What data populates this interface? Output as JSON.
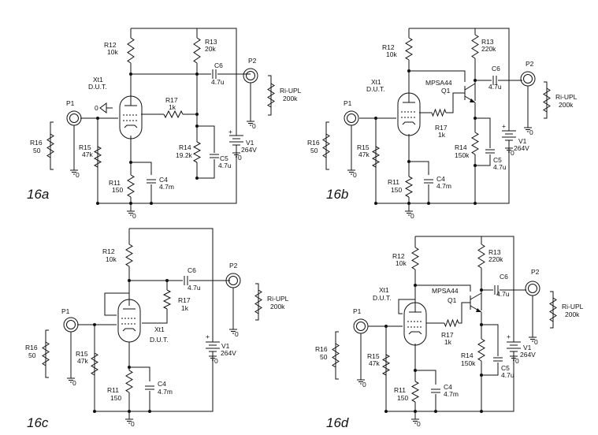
{
  "figures": [
    {
      "label": "16a",
      "parts": {
        "R12": {
          "name": "R12",
          "value": "10k"
        },
        "R13": {
          "name": "R13",
          "value": "20k"
        },
        "C6": {
          "name": "C6",
          "value": "4.7u"
        },
        "P2": {
          "name": "P2"
        },
        "RL": {
          "name": "Ri-UPL",
          "value": "200k"
        },
        "XT": {
          "name": "Xt1",
          "value": "D.U.T."
        },
        "R17": {
          "name": "R17",
          "value": "1k"
        },
        "P1": {
          "name": "P1"
        },
        "R16": {
          "name": "R16",
          "value": "50"
        },
        "R15": {
          "name": "R15",
          "value": "47k"
        },
        "R14": {
          "name": "R14",
          "value": "19.2k"
        },
        "C5": {
          "name": "C5",
          "value": "4.7u"
        },
        "V1": {
          "name": "V1",
          "value": "264V"
        },
        "R11": {
          "name": "R11",
          "value": "150"
        },
        "C4": {
          "name": "C4",
          "value": "4.7m"
        }
      },
      "ground_labels": [
        "0",
        "0",
        "0",
        "0",
        "0"
      ]
    },
    {
      "label": "16b",
      "parts": {
        "R12": {
          "name": "R12",
          "value": "10k"
        },
        "R13": {
          "name": "R13",
          "value": "220k"
        },
        "C6": {
          "name": "C6",
          "value": "4.7u"
        },
        "P2": {
          "name": "P2"
        },
        "RL": {
          "name": "Ri-UPL",
          "value": "200k"
        },
        "XT": {
          "name": "Xt1",
          "value": "D.U.T."
        },
        "Q1": {
          "name": "Q1",
          "value": "MPSA44"
        },
        "R17": {
          "name": "R17",
          "value": "1k"
        },
        "P1": {
          "name": "P1"
        },
        "R16": {
          "name": "R16",
          "value": "50"
        },
        "R15": {
          "name": "R15",
          "value": "47k"
        },
        "R14": {
          "name": "R14",
          "value": "150k"
        },
        "C5": {
          "name": "C5",
          "value": "4.7u"
        },
        "V1": {
          "name": "V1",
          "value": "264V"
        },
        "R11": {
          "name": "R11",
          "value": "150"
        },
        "C4": {
          "name": "C4",
          "value": "4.7m"
        }
      },
      "ground_labels": [
        "0",
        "0",
        "0",
        "0"
      ]
    },
    {
      "label": "16c",
      "parts": {
        "R12": {
          "name": "R12",
          "value": "10k"
        },
        "C6": {
          "name": "C6",
          "value": "4.7u"
        },
        "P2": {
          "name": "P2"
        },
        "RL": {
          "name": "Ri-UPL",
          "value": "200k"
        },
        "R17": {
          "name": "R17",
          "value": "1k"
        },
        "XT": {
          "name": "Xt1",
          "value": "D.U.T."
        },
        "P1": {
          "name": "P1"
        },
        "R16": {
          "name": "R16",
          "value": "50"
        },
        "R15": {
          "name": "R15",
          "value": "47k"
        },
        "V1": {
          "name": "V1",
          "value": "264V"
        },
        "R11": {
          "name": "R11",
          "value": "150"
        },
        "C4": {
          "name": "C4",
          "value": "4.7m"
        }
      },
      "ground_labels": [
        "0",
        "0",
        "0",
        "0"
      ]
    },
    {
      "label": "16d",
      "parts": {
        "R12": {
          "name": "R12",
          "value": "10k"
        },
        "R13": {
          "name": "R13",
          "value": "220k"
        },
        "C6": {
          "name": "C6",
          "value": "4.7u"
        },
        "P2": {
          "name": "P2"
        },
        "RL": {
          "name": "Ri-UPL",
          "value": "200k"
        },
        "XT": {
          "name": "Xt1",
          "value": "D.U.T."
        },
        "Q1": {
          "name": "Q1",
          "value": "MPSA44"
        },
        "R17": {
          "name": "R17",
          "value": "1k"
        },
        "P1": {
          "name": "P1"
        },
        "R16": {
          "name": "R16",
          "value": "50"
        },
        "R15": {
          "name": "R15",
          "value": "47k"
        },
        "R14": {
          "name": "R14",
          "value": "150k"
        },
        "C5": {
          "name": "C5",
          "value": "4.7u"
        },
        "V1": {
          "name": "V1",
          "value": "264V"
        },
        "R11": {
          "name": "R11",
          "value": "150"
        },
        "C4": {
          "name": "C4",
          "value": "4.7m"
        }
      },
      "ground_labels": [
        "0",
        "0",
        "0",
        "0"
      ]
    }
  ]
}
